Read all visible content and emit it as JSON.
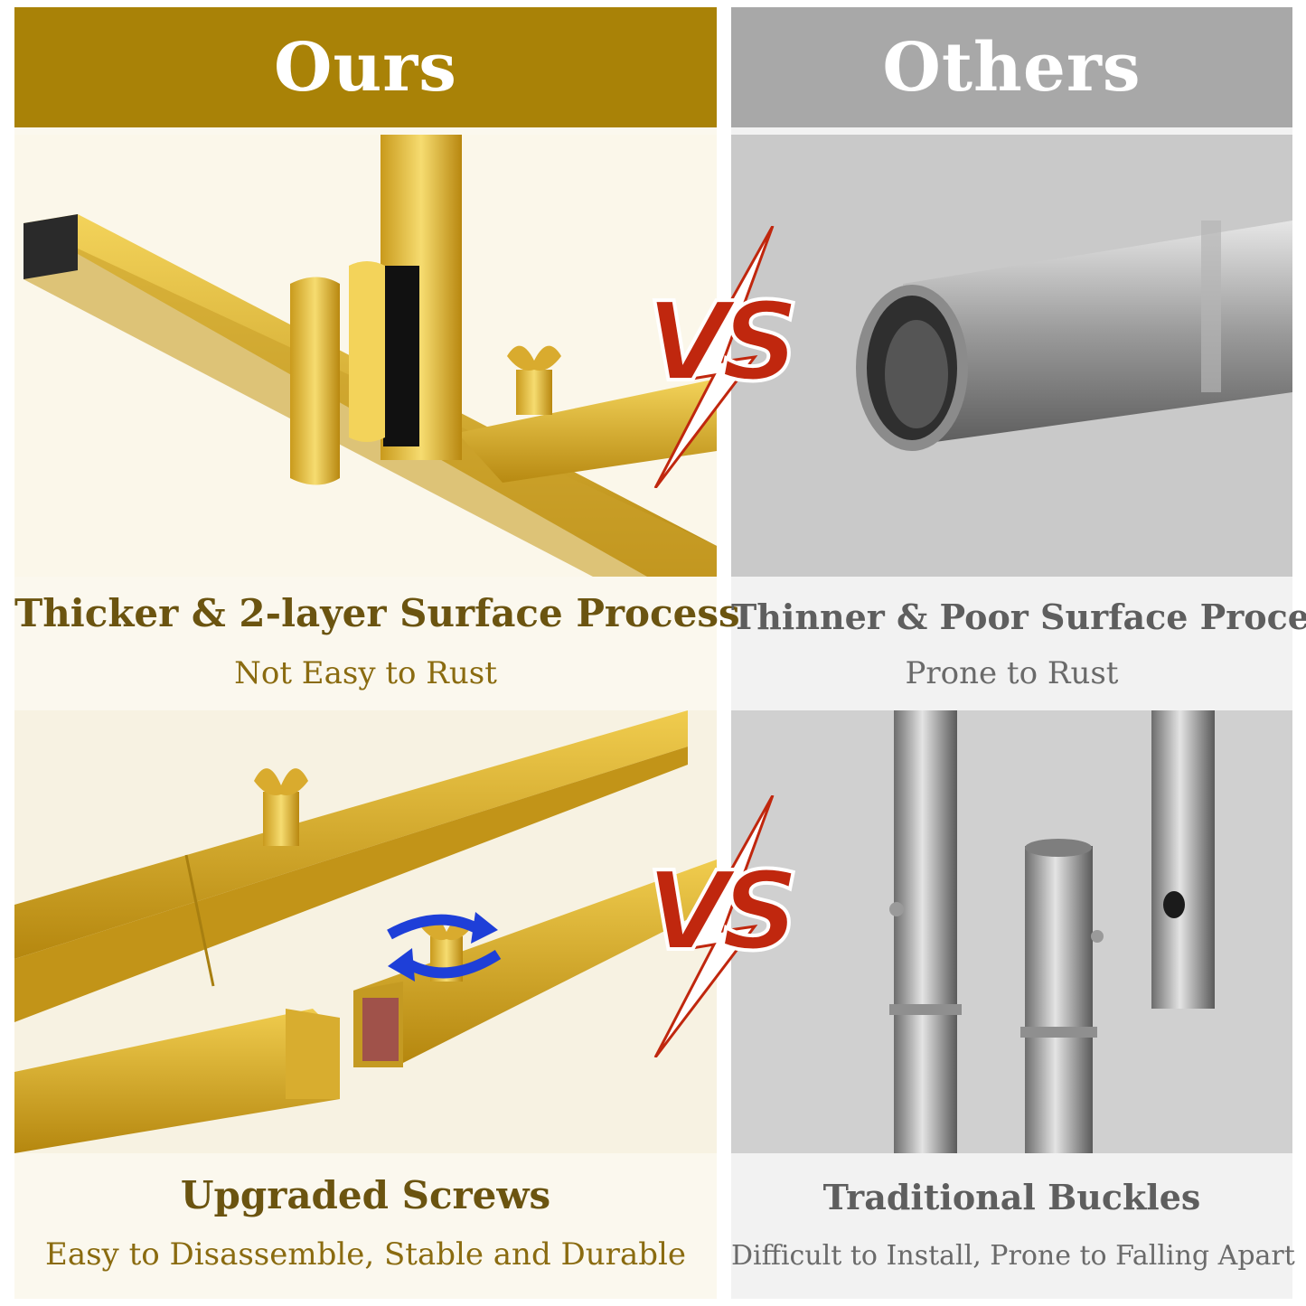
{
  "headers": {
    "ours": "Ours",
    "others": "Others"
  },
  "row1": {
    "ours": {
      "title": "Thicker & 2-layer Surface Process",
      "subtitle": "Not Easy to Rust"
    },
    "others": {
      "title": "Thinner & Poor Surface Process",
      "subtitle": "Prone to Rust"
    }
  },
  "row2": {
    "ours": {
      "title": "Upgraded Screws",
      "subtitle": "Easy to Disassemble, Stable and Durable"
    },
    "others": {
      "title": "Traditional Buckles",
      "subtitle": "Difficult to Install, Prone to Falling Apart"
    }
  },
  "vs_label": "VS",
  "colors": {
    "gold": "#a98207",
    "grey": "#a8a8a8",
    "vs_red": "#c0270e",
    "arrow_blue": "#1e3fd8"
  },
  "icons": [
    "rotate-arrows-icon",
    "lightning-icon"
  ]
}
